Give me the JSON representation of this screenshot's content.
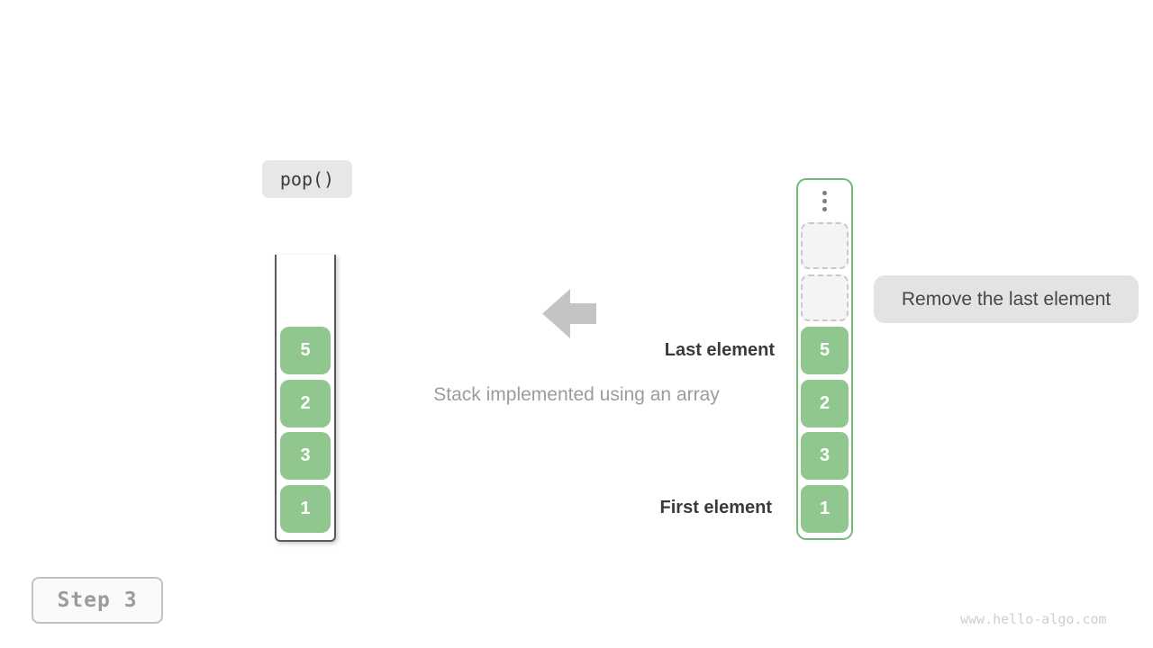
{
  "operation": {
    "label": "pop()"
  },
  "stack": {
    "description": "stack drawn as open-top container",
    "values": [
      "5",
      "2",
      "3",
      "1"
    ]
  },
  "array": {
    "description": "stack implemented using an array, top slots emptied",
    "empty_slot_count": 2,
    "values": [
      "5",
      "2",
      "3",
      "1"
    ]
  },
  "labels": {
    "last_element": "Last element",
    "first_element": "First element"
  },
  "caption": "Stack implemented using an array",
  "annotation": {
    "label": "Remove the last element"
  },
  "step": {
    "label": "Step 3"
  },
  "watermark": "www.hello-algo.com",
  "colors": {
    "cell_green": "#8FC78F",
    "array_border": "#76B876",
    "badge_gray": "#E7E7E7",
    "annotation_gray": "#E3E3E3",
    "arrow_gray": "#C4C4C4",
    "label_dark": "#3A3A3A",
    "caption_gray": "#9C9C9C",
    "watermark_gray": "#CFCFCF"
  }
}
